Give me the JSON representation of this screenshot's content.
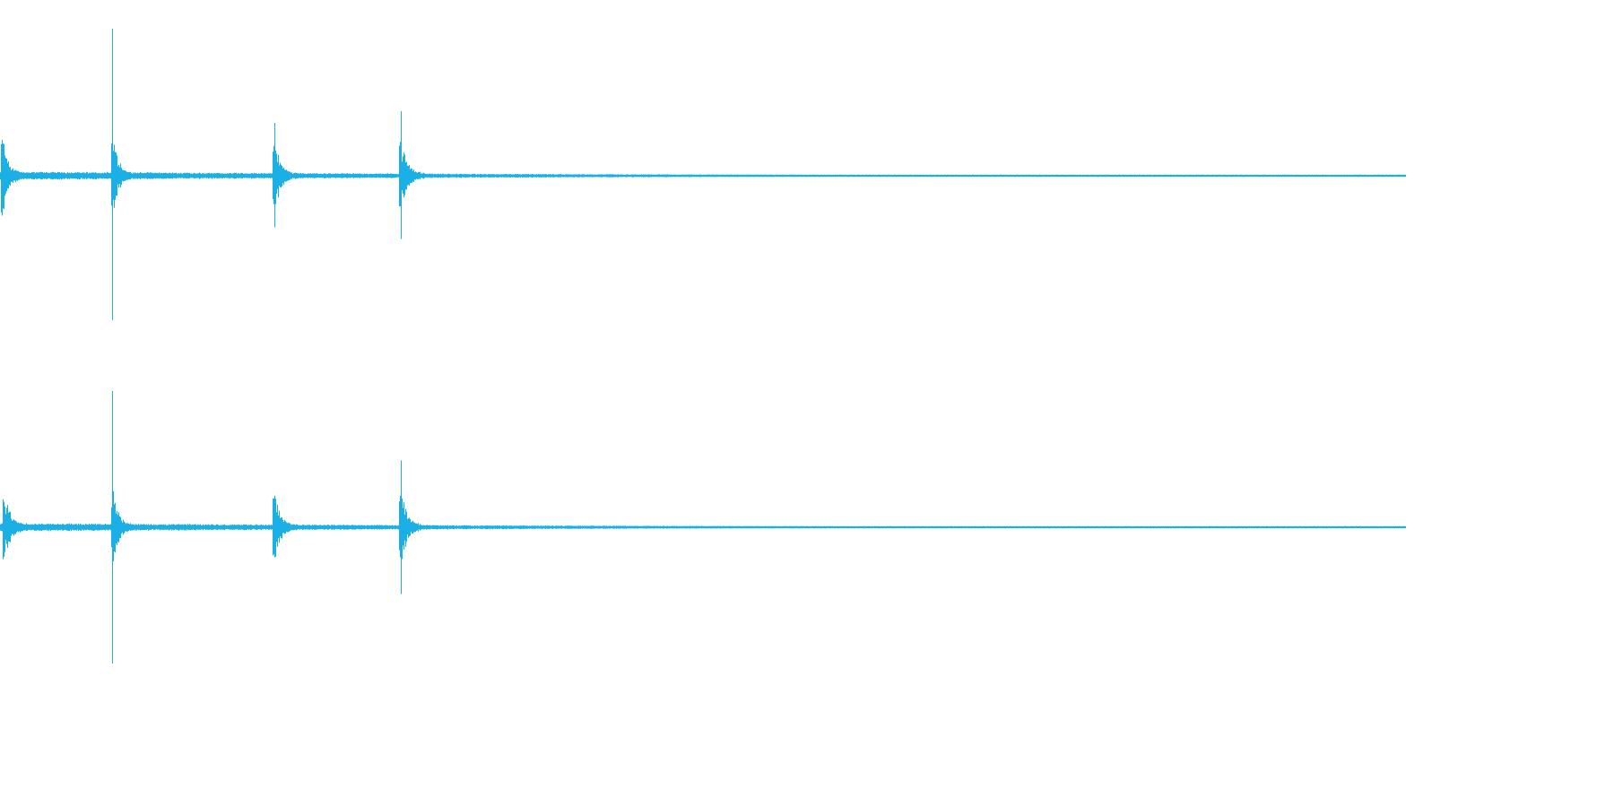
{
  "waveform": {
    "color": "#1ab0e6",
    "background": "#ffffff",
    "channel_count": 2,
    "channels": [
      {
        "name": "",
        "transients": [
          {
            "t": 0.002,
            "up": 0.22,
            "down": 0.21
          },
          {
            "t": 0.08,
            "up": 1.0,
            "down": 0.98
          },
          {
            "t": 0.195,
            "up": 0.36,
            "down": 0.35
          },
          {
            "t": 0.285,
            "up": 0.44,
            "down": 0.43
          }
        ]
      },
      {
        "name": "",
        "transients": [
          {
            "t": 0.003,
            "up": 0.15,
            "down": 0.14
          },
          {
            "t": 0.08,
            "up": 1.0,
            "down": 1.0
          },
          {
            "t": 0.195,
            "up": 0.2,
            "down": 0.19
          },
          {
            "t": 0.285,
            "up": 0.49,
            "down": 0.49
          }
        ]
      }
    ]
  }
}
